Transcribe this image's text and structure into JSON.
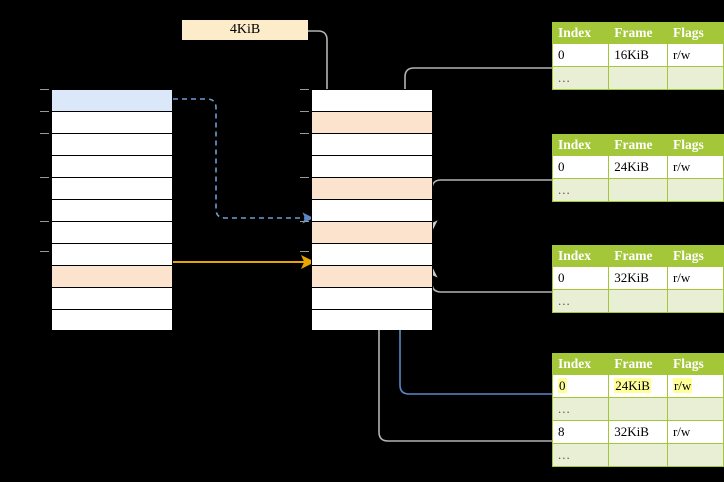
{
  "diagram": {
    "title": "page-table-mapping-diagram",
    "size_label": "4KiB",
    "colors": {
      "background": "#000000",
      "table_header": "#a4c639",
      "table_dots_row": "#e9efd4",
      "highlight_yellow": "#ffff99",
      "row_blue": "#dbe8fa",
      "row_peach": "#fce3cd",
      "arrow_blue": "#5b87c5",
      "arrow_orange": "#e8a400",
      "wire_gray": "#b3b3b3"
    }
  },
  "virtual_column": {
    "name": "virtual-address-space-column",
    "row_count": 11,
    "rows": [
      {
        "index": 0,
        "fill": "blue"
      },
      {
        "index": 1,
        "fill": "white"
      },
      {
        "index": 2,
        "fill": "white"
      },
      {
        "index": 3,
        "fill": "white"
      },
      {
        "index": 4,
        "fill": "white"
      },
      {
        "index": 5,
        "fill": "white"
      },
      {
        "index": 6,
        "fill": "white"
      },
      {
        "index": 7,
        "fill": "white"
      },
      {
        "index": 8,
        "fill": "peach"
      },
      {
        "index": 9,
        "fill": "white"
      },
      {
        "index": 10,
        "fill": "white"
      }
    ],
    "tick_rows": [
      0,
      1,
      2,
      4,
      6,
      8
    ]
  },
  "physical_column": {
    "name": "physical-memory-column",
    "row_count": 11,
    "rows": [
      {
        "index": 0,
        "fill": "white"
      },
      {
        "index": 1,
        "fill": "peach"
      },
      {
        "index": 2,
        "fill": "white"
      },
      {
        "index": 3,
        "fill": "white"
      },
      {
        "index": 4,
        "fill": "peach"
      },
      {
        "index": 5,
        "fill": "white"
      },
      {
        "index": 6,
        "fill": "peach"
      },
      {
        "index": 7,
        "fill": "white"
      },
      {
        "index": 8,
        "fill": "peach"
      },
      {
        "index": 9,
        "fill": "white"
      },
      {
        "index": 10,
        "fill": "white"
      }
    ],
    "tick_rows": [
      0,
      1,
      2,
      4,
      6,
      8
    ]
  },
  "page_tables": [
    {
      "name": "page-table-1",
      "headers": [
        "Index",
        "Frame",
        "Flags"
      ],
      "rows": [
        {
          "cells": [
            "0",
            "16KiB",
            "r/w"
          ],
          "dots": false,
          "highlight": false
        },
        {
          "cells": [
            "...",
            "",
            ""
          ],
          "dots": true,
          "highlight": false
        }
      ]
    },
    {
      "name": "page-table-2",
      "headers": [
        "Index",
        "Frame",
        "Flags"
      ],
      "rows": [
        {
          "cells": [
            "0",
            "24KiB",
            "r/w"
          ],
          "dots": false,
          "highlight": false
        },
        {
          "cells": [
            "...",
            "",
            ""
          ],
          "dots": true,
          "highlight": false
        }
      ]
    },
    {
      "name": "page-table-3",
      "headers": [
        "Index",
        "Frame",
        "Flags"
      ],
      "rows": [
        {
          "cells": [
            "0",
            "32KiB",
            "r/w"
          ],
          "dots": false,
          "highlight": false
        },
        {
          "cells": [
            "...",
            "",
            ""
          ],
          "dots": true,
          "highlight": false
        }
      ]
    },
    {
      "name": "page-table-4",
      "headers": [
        "Index",
        "Frame",
        "Flags"
      ],
      "rows": [
        {
          "cells": [
            "0",
            "24KiB",
            "r/w"
          ],
          "dots": false,
          "highlight": true
        },
        {
          "cells": [
            "...",
            "",
            ""
          ],
          "dots": true,
          "highlight": false
        },
        {
          "cells": [
            "8",
            "32KiB",
            "r/w"
          ],
          "dots": false,
          "highlight": false
        },
        {
          "cells": [
            "...",
            "",
            ""
          ],
          "dots": true,
          "highlight": false
        }
      ]
    }
  ],
  "connectors": [
    {
      "name": "blue-dashed-map-arrow",
      "style": "dashed",
      "color": "#5b87c5"
    },
    {
      "name": "orange-solid-map-arrow",
      "style": "solid",
      "color": "#e8a400"
    },
    {
      "name": "size-label-wire",
      "style": "solid",
      "color": "#b3b3b3"
    },
    {
      "name": "frame-wire-16kib",
      "style": "solid",
      "color": "#b3b3b3"
    },
    {
      "name": "frame-wire-24kib",
      "style": "solid",
      "color": "#b3b3b3"
    },
    {
      "name": "frame-wire-32kib",
      "style": "solid",
      "color": "#b3b3b3"
    },
    {
      "name": "frame-wire-32kib-lower",
      "style": "solid",
      "color": "#b3b3b3"
    },
    {
      "name": "frame-wire-24kib-blue",
      "style": "solid",
      "color": "#5b87c5"
    }
  ]
}
